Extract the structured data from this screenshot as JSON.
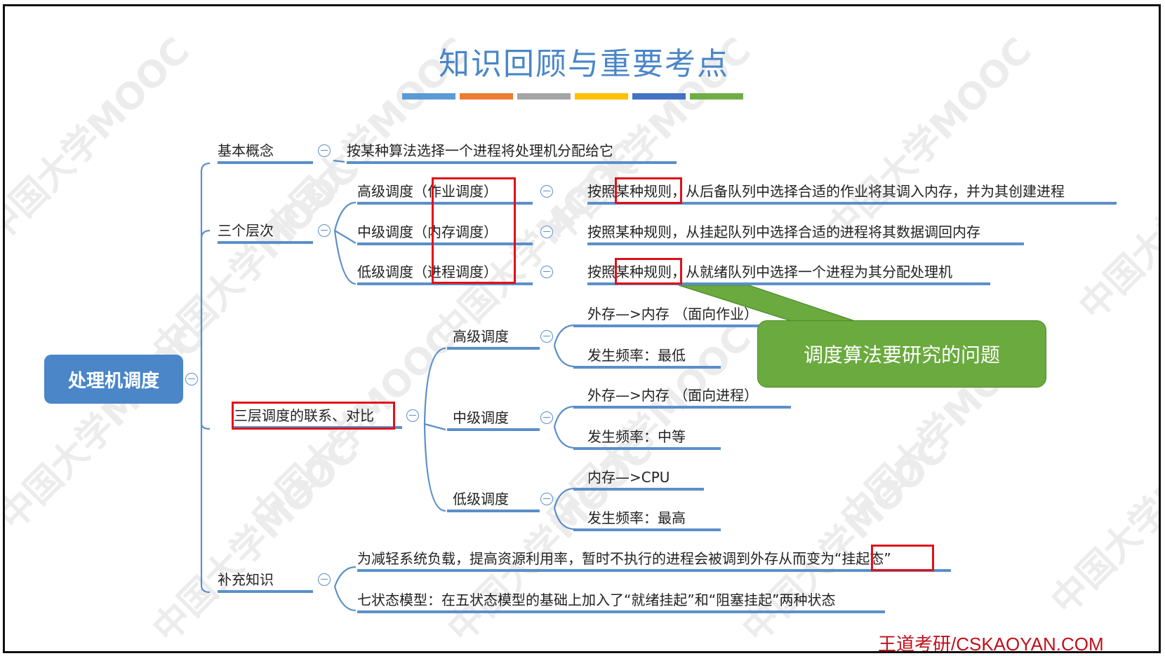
{
  "slide": {
    "title": "知识回顾与重要考点",
    "footer": "王道考研/CSKAOYAN.COM",
    "watermark": "中国大学MOOC",
    "color_bars": [
      "#5b9bd5",
      "#ed7d31",
      "#a5a5a5",
      "#ffc000",
      "#4472c4",
      "#70ad47"
    ]
  },
  "mindmap": {
    "root": "处理机调度",
    "basic": {
      "label": "基本概念",
      "desc": "按某种算法选择一个进程将处理机分配给它"
    },
    "levels": {
      "label": "三个层次",
      "items": [
        {
          "name": "高级调度",
          "alias": "（作业调度）",
          "desc_a": "按照",
          "desc_b": "某种规则",
          "desc_c": "，从后备队列中选择合适的作业将其调入内存，并为其创建进程"
        },
        {
          "name": "中级调度",
          "alias": "（内存调度）",
          "desc_a": "按照",
          "desc_b": "某种规则",
          "desc_c": "，从挂起队列中选择合适的进程将其数据调回内存"
        },
        {
          "name": "低级调度",
          "alias": "（进程调度）",
          "desc_a": "按照",
          "desc_b": "某种规则",
          "desc_c": "，从就绪队列中选择一个进程为其分配处理机"
        }
      ]
    },
    "compare": {
      "label": "三层调度的联系、对比",
      "items": [
        {
          "name": "高级调度",
          "detail1": "外存—>内存 （面向作业）",
          "detail2": "发生频率：最低"
        },
        {
          "name": "中级调度",
          "detail1": "外存—>内存 （面向进程）",
          "detail2": "发生频率：中等"
        },
        {
          "name": "低级调度",
          "detail1": "内存—>CPU",
          "detail2": "发生频率：最高"
        }
      ]
    },
    "extra": {
      "label": "补充知识",
      "item1_a": "为减轻系统负载，提高资源利用率，暂时不执行的进程会被调到外存从而变为",
      "item1_b": "“挂起态”",
      "item2": "七状态模型：在五状态模型的基础上加入了“就绪挂起”和“阻塞挂起”两种状态"
    },
    "callout": "调度算法要研究的问题"
  }
}
